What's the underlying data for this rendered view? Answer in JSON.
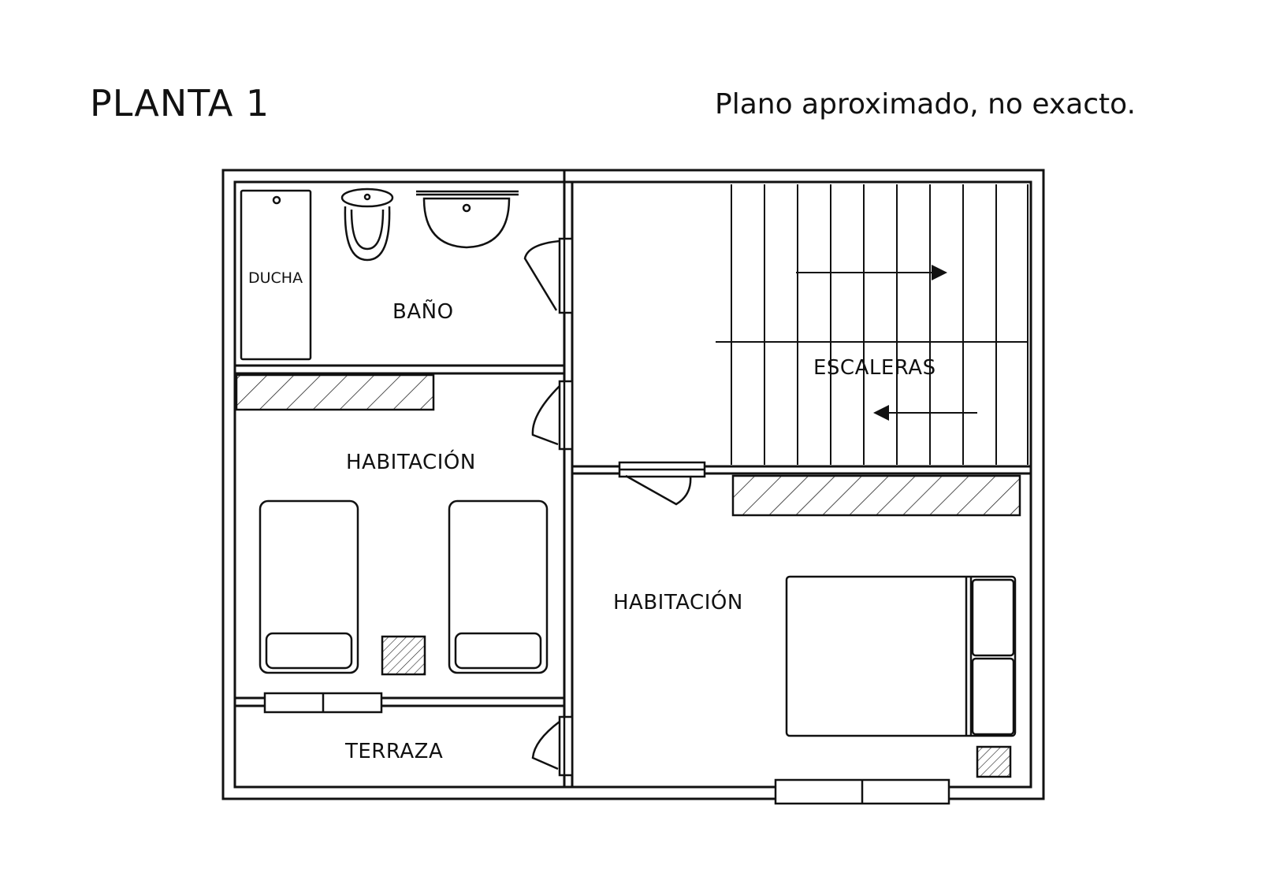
{
  "header": {
    "title": "PLANTA 1",
    "note": "Plano aproximado, no exacto."
  },
  "rooms": {
    "shower": "DUCHA",
    "bathroom": "BAÑO",
    "stairs": "ESCALERAS",
    "bedroom_left": "HABITACIÓN",
    "bedroom_right": "HABITACIÓN",
    "terrace": "TERRAZA"
  }
}
